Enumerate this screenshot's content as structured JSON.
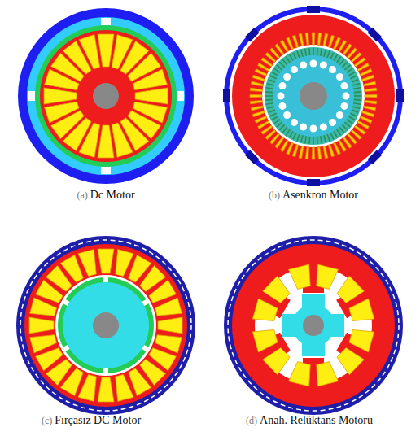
{
  "diagram": {
    "labels": [
      "(a)",
      "Dc Motor",
      "(b)",
      "Asenkron Motor",
      "(c)",
      "Fırçasız DC Motor",
      "(d)",
      "Anah. Relüktans Motoru"
    ]
  }
}
